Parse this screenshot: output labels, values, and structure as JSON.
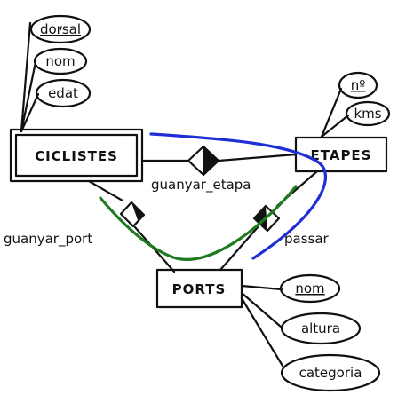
{
  "entities": {
    "ciclistes": "CICLISTES",
    "etapes": "ETAPES",
    "ports": "PORTS"
  },
  "attributes": {
    "ciclistes": [
      "dorsal",
      "nom",
      "edat"
    ],
    "etapes": [
      "nº",
      "kms"
    ],
    "ports": [
      "nom",
      "altura",
      "categoria"
    ]
  },
  "relationships": {
    "guanyar_etapa": "guanyar_etapa",
    "guanyar_port": "guanyar_port",
    "passar": "passar"
  },
  "colors": {
    "ink": "#111111",
    "blue_curve": "#1f2fd6",
    "green_curve": "#1e7a1e"
  }
}
